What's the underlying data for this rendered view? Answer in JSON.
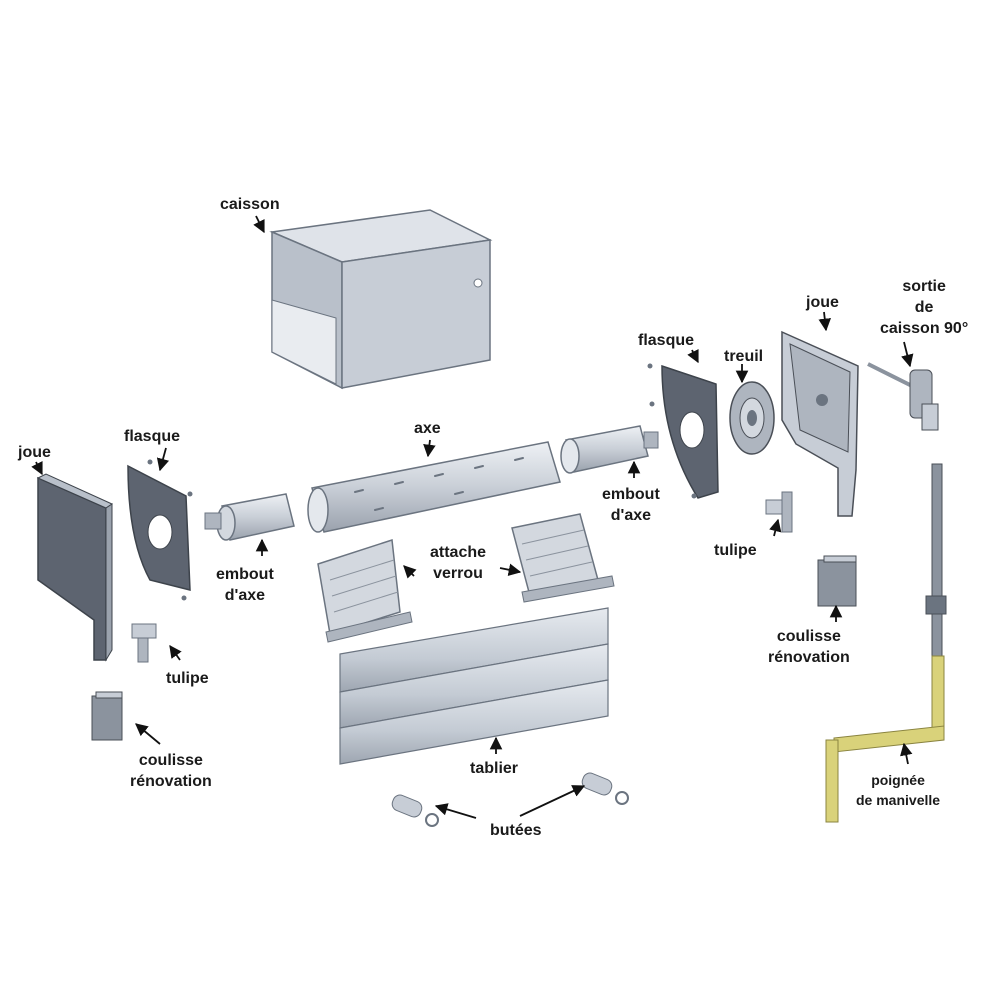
{
  "labels": {
    "caisson": "caisson",
    "axe": "axe",
    "flasque_left": "flasque",
    "flasque_right": "flasque",
    "joue_left": "joue",
    "joue_right": "joue",
    "treuil": "treuil",
    "sortie": [
      "sortie",
      "de",
      "caisson 90°"
    ],
    "embout_left": [
      "embout",
      "d'axe"
    ],
    "embout_right": [
      "embout",
      "d'axe"
    ],
    "attache": [
      "attache",
      "verrou"
    ],
    "tulipe_left": "tulipe",
    "tulipe_right": "tulipe",
    "coulisse_left": [
      "coulisse",
      "rénovation"
    ],
    "coulisse_right": [
      "coulisse",
      "rénovation"
    ],
    "tablier": "tablier",
    "butees": "butées",
    "poignee": [
      "poignée",
      "de manivelle"
    ]
  },
  "colors": {
    "metal_light": "#d3d8df",
    "metal_mid": "#aeb5bf",
    "metal_dark": "#6b7480",
    "panel_dark": "#5d6470",
    "handle_yellow": "#d9d27a",
    "outline": "#4a4f57",
    "arrow": "#111111"
  }
}
